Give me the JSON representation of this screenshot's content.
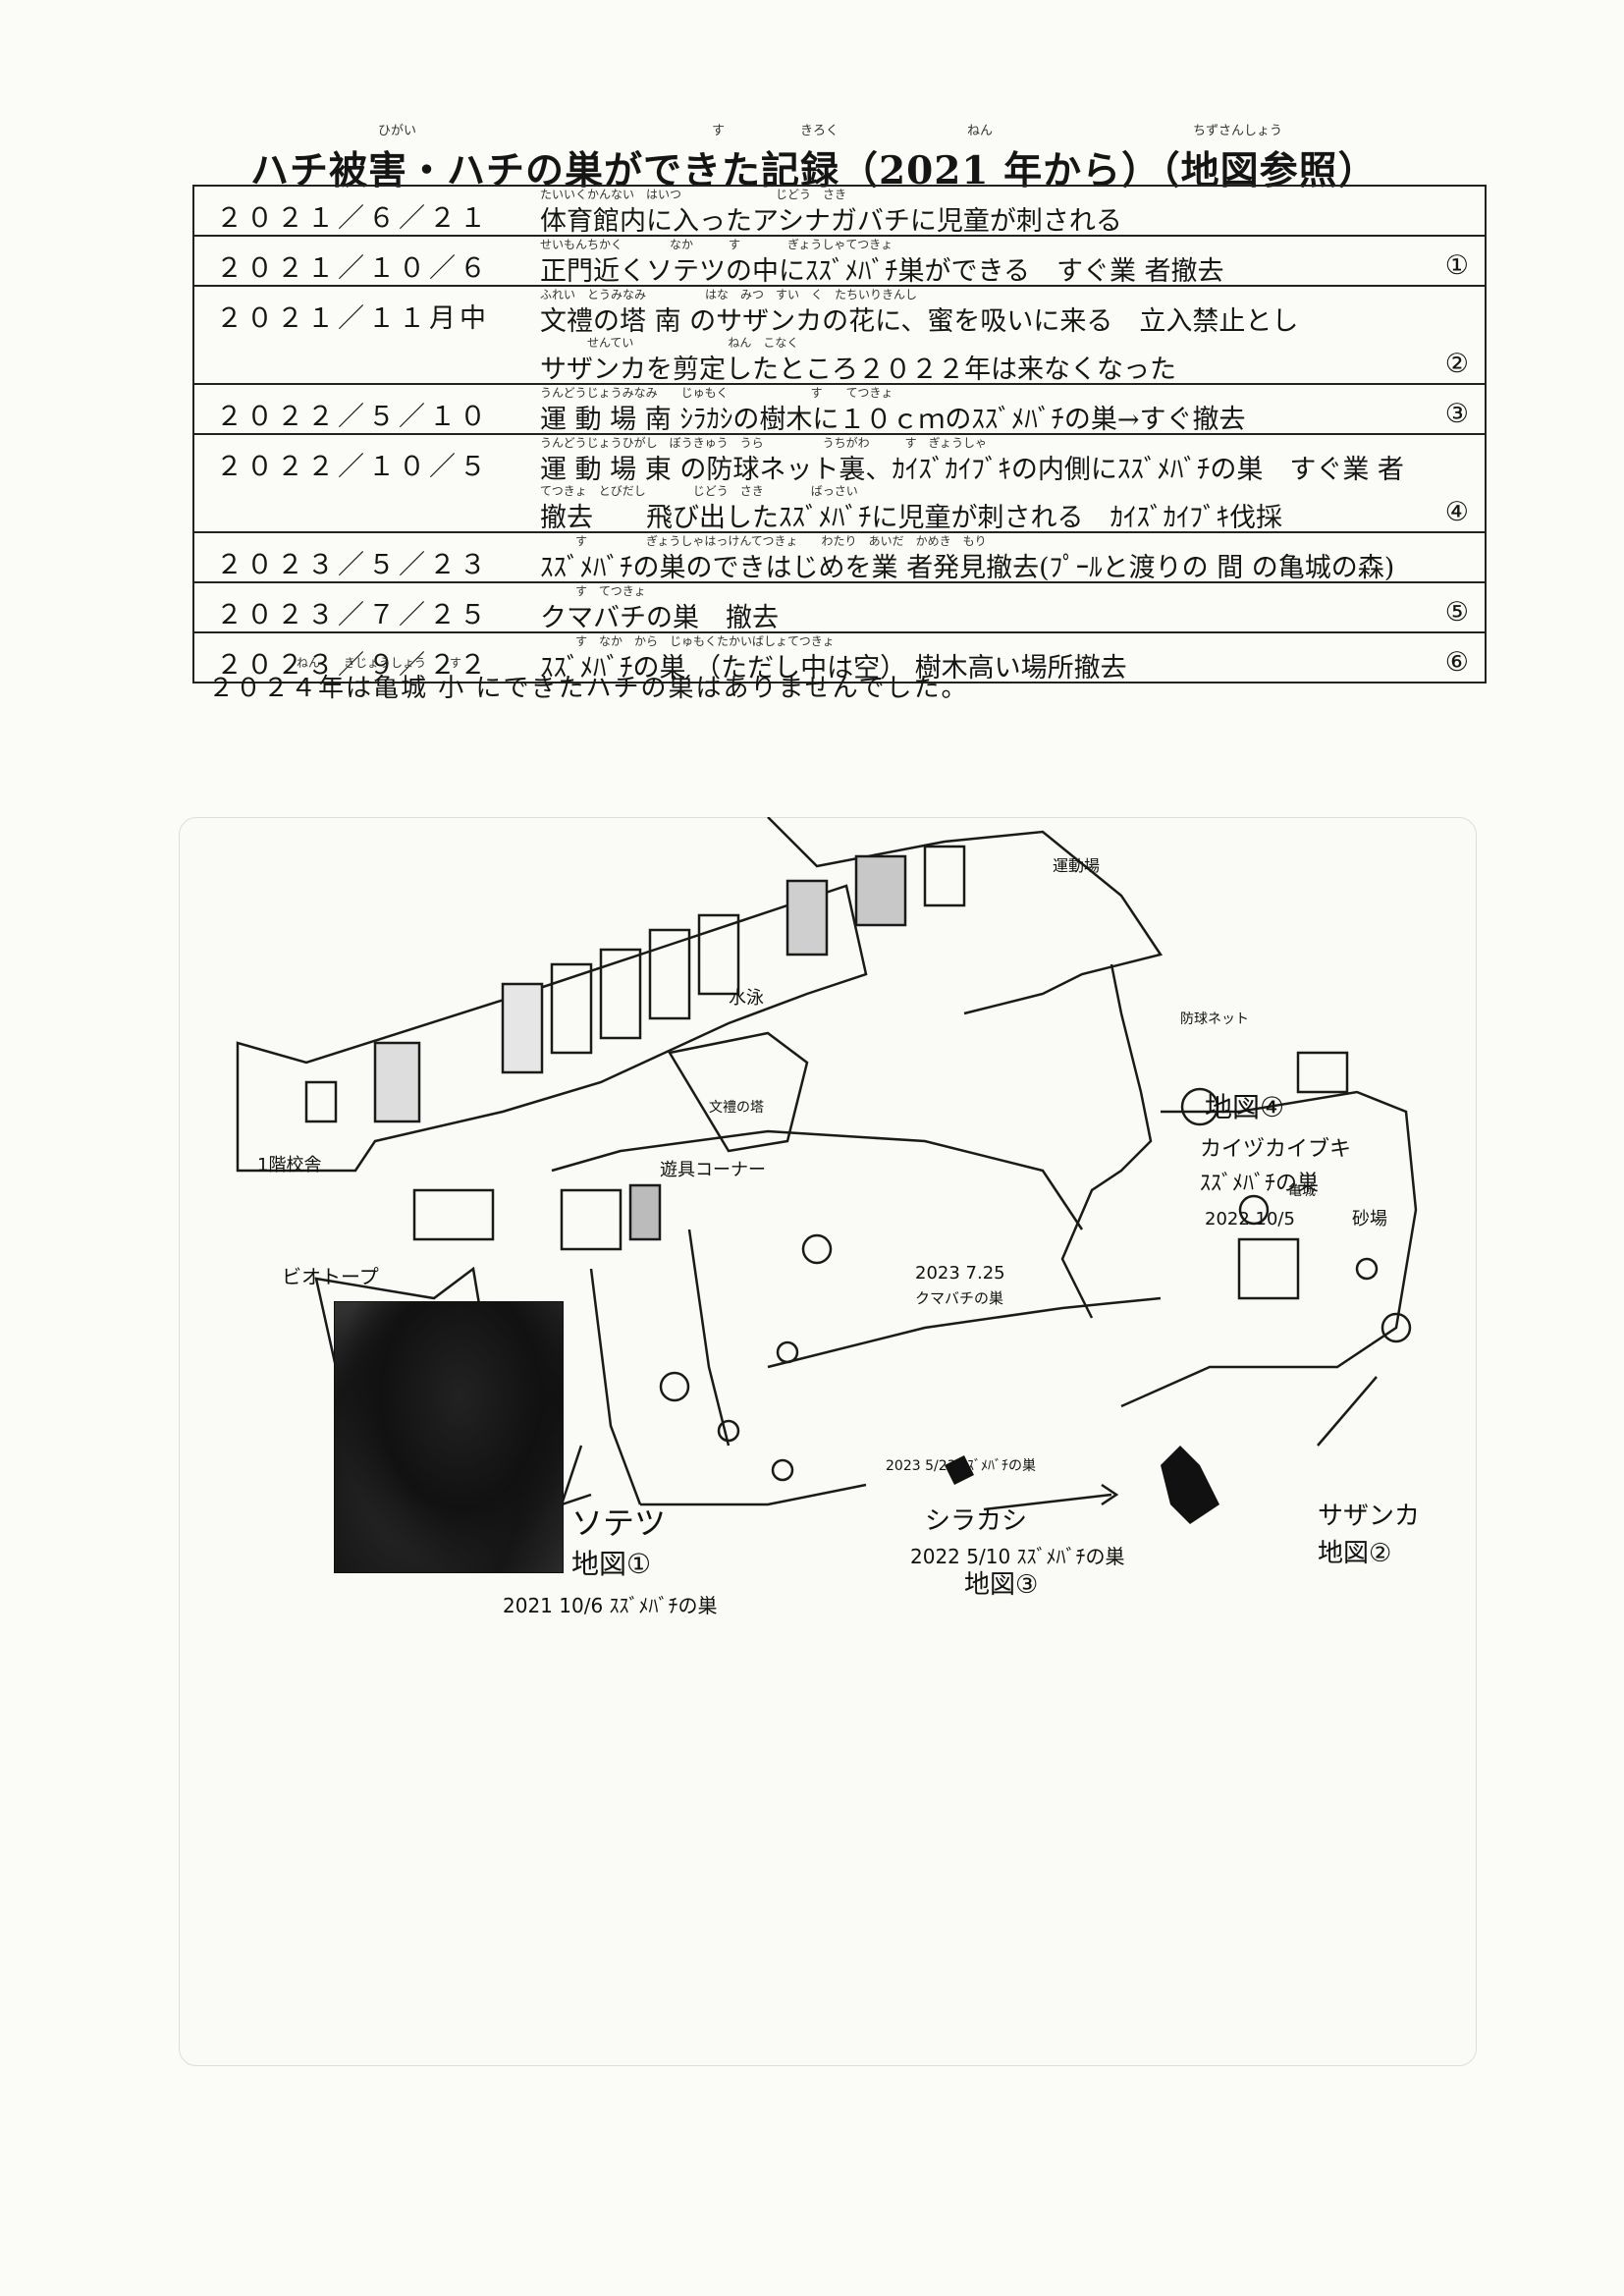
{
  "title": "ハチ被害・ハチの巣ができた記録（2021 年から）（地図参照）",
  "title_ruby": [
    "ひがい",
    "す",
    "きろく",
    "ねん",
    "ちずさんしょう"
  ],
  "records": [
    {
      "date": "２０２１／６／２１",
      "lines": [
        {
          "ruby": "たいいくかんない　はいつ　　　　　　　　じどう　さき",
          "text": "体育館内に入ったアシナガバチに児童が刺される",
          "mark": ""
        }
      ]
    },
    {
      "date": "２０２１／１０／６",
      "lines": [
        {
          "ruby": "せいもんちかく　　　　なか　　　す　　　　ぎょうしゃてつきょ",
          "text": "正門近くソテツの中にｽｽﾞﾒﾊﾞﾁ巣ができる　すぐ業 者撤去",
          "mark": "①"
        }
      ]
    },
    {
      "date": "２０２１／１１月中",
      "lines": [
        {
          "ruby": "ふれい　とうみなみ　　　　　はな　みつ　すい　く　たちいりきんし",
          "text": "文禮の塔 南 のサザンカの花に、蜜を吸いに来る　立入禁止とし",
          "mark": ""
        },
        {
          "ruby": "　　　　せんてい　　　　　　　　ねん　こなく",
          "text": "サザンカを剪定したところ２０２２年は来なくなった",
          "mark": "②"
        }
      ]
    },
    {
      "date": "２０２２／５／１０",
      "lines": [
        {
          "ruby": "うんどうじょうみなみ　　じゅもく　　　　　　　す　　てつきょ",
          "text": "運 動 場 南 ｼﾗｶｼの樹木に１０ｃｍのｽｽﾞﾒﾊﾞﾁの巣→すぐ撤去",
          "mark": "③"
        }
      ]
    },
    {
      "date": "２０２２／１０／５",
      "lines": [
        {
          "ruby": "うんどうじょうひがし　ぼうきゅう　うら　　　　　うちがわ　　　す　ぎょうしゃ",
          "text": "運 動 場 東 の防球ネット裏、ｶｲｽﾞｶｲﾌﾞｷの内側にｽｽﾞﾒﾊﾞﾁの巣　すぐ業 者",
          "mark": ""
        },
        {
          "ruby": "てつきょ　とびだし　　　　じどう　さき　　　　ばっさい",
          "text": "撤去　　飛び出したｽｽﾞﾒﾊﾞﾁに児童が刺される　ｶｲｽﾞｶｲﾌﾞｷ伐採",
          "mark": "④"
        }
      ]
    },
    {
      "date": "２０２３／５／２３",
      "lines": [
        {
          "ruby": "　　　す　　　　　ぎょうしゃはっけんてつきょ　　わたり　あいだ　かめき　もり",
          "text": "ｽｽﾞﾒﾊﾞﾁの巣のできはじめを業 者発見撤去(ﾌﾟｰﾙと渡りの 間 の亀城の森)",
          "mark": ""
        }
      ]
    },
    {
      "date": "２０２３／７／２５",
      "lines": [
        {
          "ruby": "　　　す　てつきょ",
          "text": "クマバチの巣　撤去",
          "mark": "⑤"
        }
      ]
    },
    {
      "date": "２０２３／９／２２",
      "lines": [
        {
          "ruby": "　　　す　なか　から　じゅもくたかいばしょてつきょ",
          "text": "ｽｽﾞﾒﾊﾞﾁの巣 （ただし中は空） 樹木高い場所撤去",
          "mark": "⑥"
        }
      ]
    }
  ],
  "note": {
    "ruby": "ねん　　きじょうしょう　　す",
    "text": "２０２４年は亀城 小 にできたハチの巣はありませんでした。"
  },
  "map": {
    "labels": {
      "school_tower": "1階校舎",
      "sotetsu": "ソテツ",
      "sotetsu_ref": "地図①",
      "sotetsu_date": "2021 10/6 ｽｽﾞﾒﾊﾞﾁの巣",
      "shirakashi": "シラカシ",
      "shirakashi_date": "2022 5/10 ｽｽﾞﾒﾊﾞﾁの巣",
      "shirakashi_ref": "地図③",
      "sazanka": "サザンカ",
      "sazanka_ref": "地図②",
      "kaizuka_ref": "地図④",
      "kaizuka": "カイヅカイブキ",
      "kaizuka_nest": "ｽｽﾞﾒﾊﾞﾁの巣",
      "kaizuka_date": "2022 10/5",
      "kumabachi_date": "2023 7.25",
      "kumabachi": "クマバチの巣",
      "small_nest": "2023 5/23 ｽｽﾞﾒﾊﾞﾁの巣",
      "biotope": "ビオトープ",
      "playground": "遊具コーナー",
      "pool": "水泳",
      "sandbox": "砂場",
      "kamagi": "亀城",
      "sports_field": "運動場",
      "ball_net": "防球ネット",
      "tower": "文禮の塔"
    }
  }
}
